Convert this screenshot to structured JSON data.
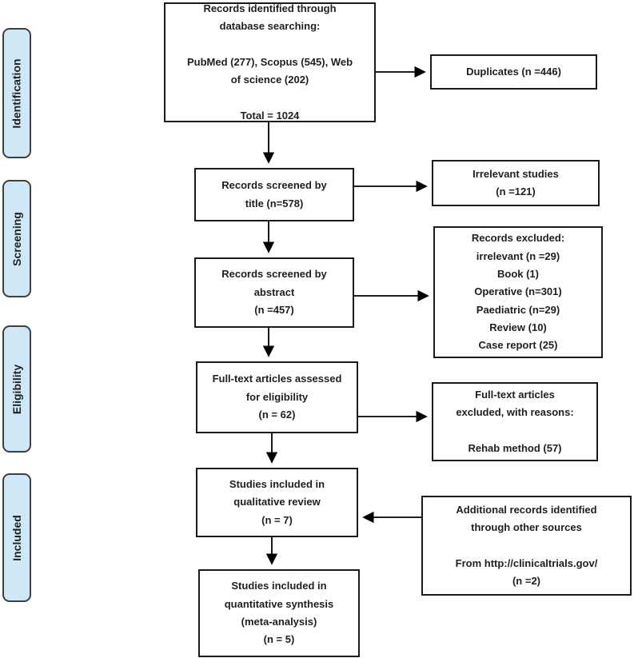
{
  "diagram_type": "PRISMA flow diagram",
  "colors": {
    "stage_label_fill": "#cfe8f8",
    "stage_label_border": "#3f3f3f",
    "box_border": "#1a1a1a",
    "box_fill": "#ffffff",
    "arrow": "#000000",
    "text": "#1f1f1f"
  },
  "sidebar": {
    "labels": [
      {
        "id": "identification",
        "label": "Identification"
      },
      {
        "id": "screening",
        "label": "Screening"
      },
      {
        "id": "eligibility",
        "label": "Eligibility"
      },
      {
        "id": "included",
        "label": "Included"
      }
    ]
  },
  "flow": {
    "database_box": "Records identified through\ndatabase searching:\n\nPubMed (277), Scopus (545), Web\nof science (202)\n\nTotal = 1024",
    "duplicates_box": "Duplicates (n =446)",
    "title_screen_box": "Records screened by\ntitle (n=578)",
    "irrelevant_box": "Irrelevant studies\n(n =121)",
    "abstract_screen_box": "Records screened by\nabstract\n(n =457)",
    "excluded_box": "Records excluded:\nirrelevant (n =29)\nBook (1)\nOperative (n=301)\nPaediatric (n=29)\nReview (10)\nCase report (25)",
    "fulltext_box": "Full-text articles assessed\nfor eligibility\n(n = 62)",
    "fulltext_excluded_box": "Full-text articles\nexcluded, with reasons:\n\nRehab method (57)",
    "qualitative_box": "Studies included in\nqualitative review\n(n = 7)",
    "additional_box": "Additional records identified\nthrough other sources\n\nFrom http://clinicaltrials.gov/\n(n =2)",
    "quantitative_box": "Studies included in\nquantitative synthesis\n(meta-analysis)\n(n = 5)"
  }
}
